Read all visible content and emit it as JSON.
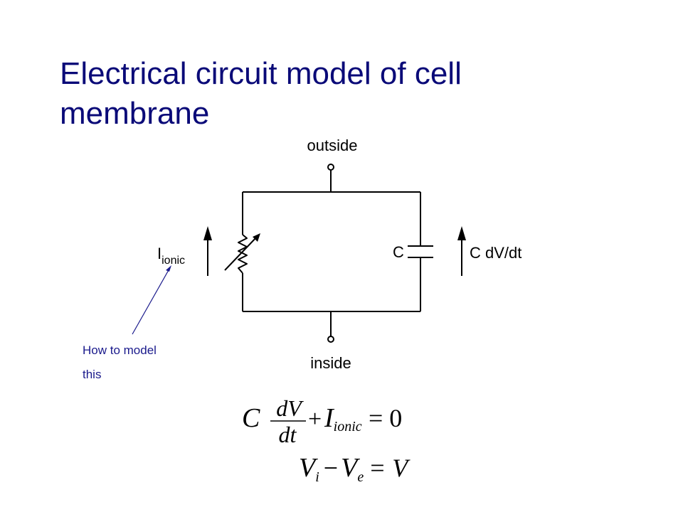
{
  "slide": {
    "title_line1": "Electrical circuit model of cell",
    "title_line2": "membrane"
  },
  "circuit": {
    "top_terminal_label": "outside",
    "bottom_terminal_label": "inside",
    "resistor_current_main": "I",
    "resistor_current_sub": "ionic",
    "capacitor_label": "C",
    "capacitor_current_label": "C dV/dt"
  },
  "annotation": {
    "line1": "How to model",
    "line2": "this",
    "color": "#1a1a8c"
  },
  "equations": {
    "eq1": {
      "c": "C",
      "num": "dV",
      "den": "dt",
      "plus": "+",
      "i_main": "I",
      "i_sub": "ionic",
      "equals_zero": "= 0"
    },
    "eq2": {
      "v1": "V",
      "v1_sub": "i",
      "minus": "−",
      "v2": "V",
      "v2_sub": "e",
      "equals_v": "= V"
    }
  },
  "colors": {
    "title": "#0a0a78",
    "lines": "#000000"
  }
}
